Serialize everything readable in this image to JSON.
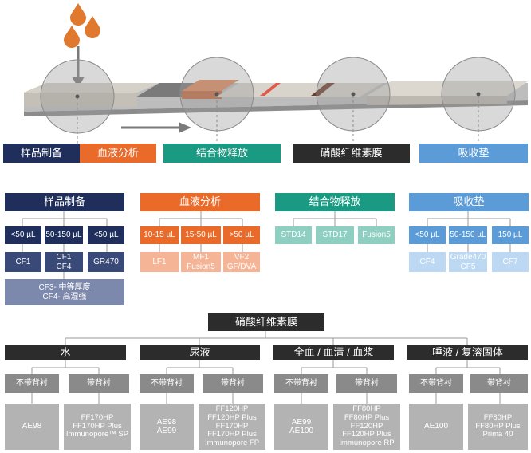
{
  "colors": {
    "navy": "#1f2e5a",
    "navy_mid": "#3a4a78",
    "navy_light": "#7d89ac",
    "orange": "#ea6a2a",
    "orange_light": "#f6b497",
    "teal": "#1a9a82",
    "teal_light": "#8fcfc1",
    "blue": "#5b9bd8",
    "blue_light": "#bcd8f2",
    "dark": "#2c2c2c",
    "gray_mid": "#8a8a8a",
    "gray_light": "#b3b3b3"
  },
  "strip_labels": {
    "sample_prep": "样品制备",
    "blood_sep": "血液分析",
    "conjugate": "结合物释放",
    "membrane": "硝酸纤维素膜",
    "absorbent": "吸收垫"
  },
  "sample_prep": {
    "header": "样品制备",
    "volumes": [
      "<50 µL",
      "50-150 µL",
      "<50 µL"
    ],
    "products": [
      "CF1",
      "CF1\nCF4",
      "GR470"
    ],
    "note": "CF3- 中等厚度\nCF4- 高湿强"
  },
  "blood_sep": {
    "header": "血液分析",
    "volumes": [
      "10-15 µL",
      "15-50 µL",
      ">50 µL"
    ],
    "products": [
      "LF1",
      "MF1\nFusion5",
      "VF2\nGF/DVA"
    ]
  },
  "conjugate": {
    "header": "结合物释放",
    "products": [
      "STD14",
      "STD17",
      "Fusion5"
    ]
  },
  "absorbent": {
    "header": "吸收垫",
    "volumes": [
      "<50 µL",
      "50-150 µL",
      "150 µL"
    ],
    "products": [
      "CF4",
      "Grade470\nCF5",
      "CF7"
    ]
  },
  "membrane": {
    "header": "硝酸纤维素膜",
    "without_backing": "不带背衬",
    "with_backing": "带背衬",
    "categories": [
      {
        "name": "水",
        "without": "AE98",
        "with": "FF170HP\nFF170HP Plus\nImmunopore™ SP"
      },
      {
        "name": "尿液",
        "without": "AE98\nAE99",
        "with": "FF120HP\nFF120HP Plus\nFF170HP\nFF170HP Plus\nImmunopore FP"
      },
      {
        "name": "全血 / 血清 / 血浆",
        "without": "AE99\nAE100",
        "with": "FF80HP\nFF80HP Plus\nFF120HP\nFF120HP Plus\nImmunopore RP"
      },
      {
        "name": "唾液 / 复溶固体",
        "without": "AE100",
        "with": "FF80HP\nFF80HP Plus\nPrima 40"
      }
    ]
  }
}
